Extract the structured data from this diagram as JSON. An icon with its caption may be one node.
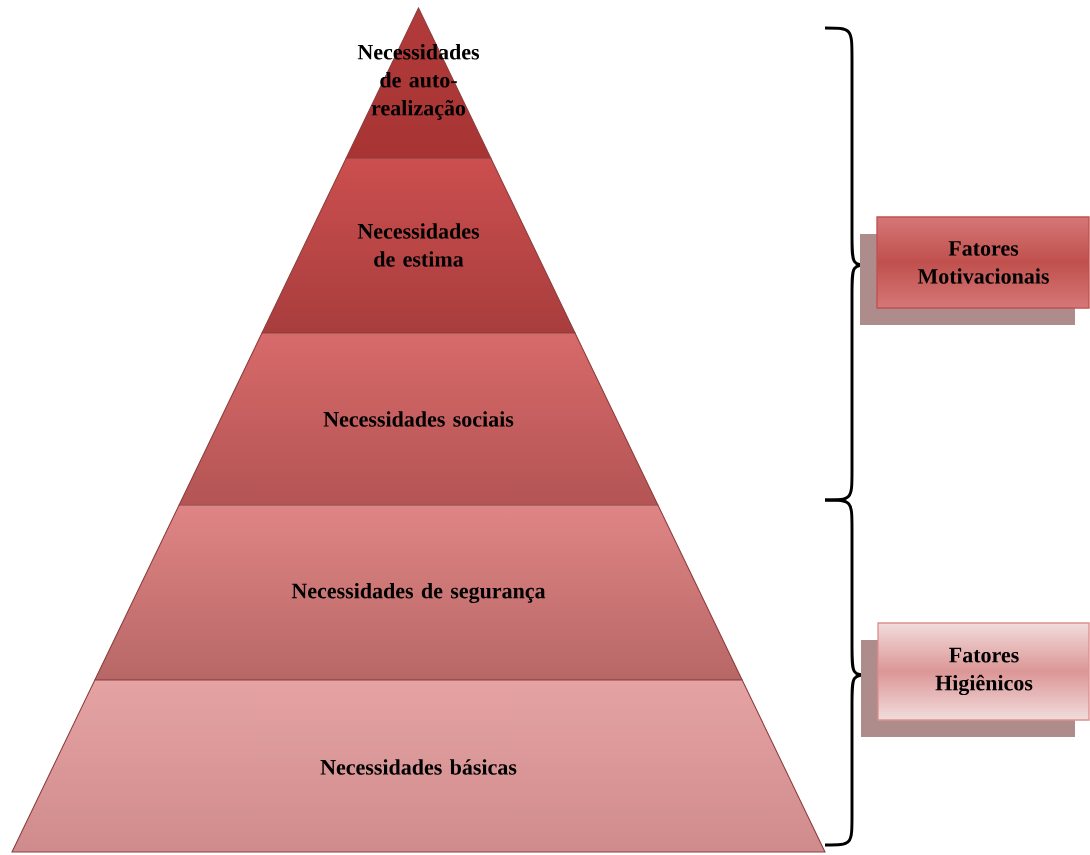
{
  "diagram": {
    "nodes": [
      {
        "text": [
          "Necessidades de auto-realização"
        ]
      },
      {
        "text": [
          "Necessidades de estima"
        ]
      },
      {
        "text": [
          "Necessidades sociais"
        ]
      },
      {
        "text": [
          "Necessidades de segurança"
        ]
      },
      {
        "text": [
          "Necessidades básicas"
        ]
      },
      {
        "text": [
          "Fatores Motivacionais"
        ]
      },
      {
        "text": [
          "Fatores Higiênicos"
        ]
      }
    ]
  }
}
